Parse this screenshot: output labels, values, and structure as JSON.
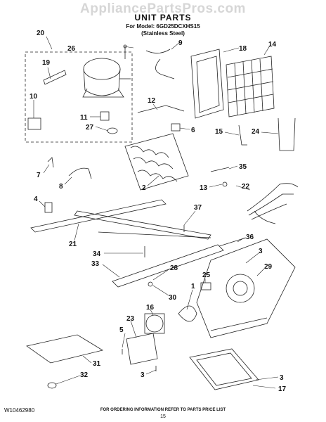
{
  "watermark": "AppliancePartsPros.com",
  "title": "UNIT PARTS",
  "model_line": "For Model: 6GD25DCXHS15",
  "variant": "(Stainless Steel)",
  "callouts": [
    "20",
    "26",
    "9",
    "18",
    "14",
    "19",
    "10",
    "11",
    "27",
    "12",
    "6",
    "15",
    "24",
    "7",
    "8",
    "35",
    "13",
    "22",
    "2",
    "4",
    "37",
    "21",
    "36",
    "34",
    "3",
    "33",
    "28",
    "29",
    "25",
    "30",
    "1",
    "16",
    "23",
    "5",
    "31",
    "32",
    "17"
  ],
  "footer": {
    "doc_number": "W10462980",
    "ordering_note": "FOR ORDERING INFORMATION REFER TO PARTS PRICE LIST",
    "page": "15"
  }
}
